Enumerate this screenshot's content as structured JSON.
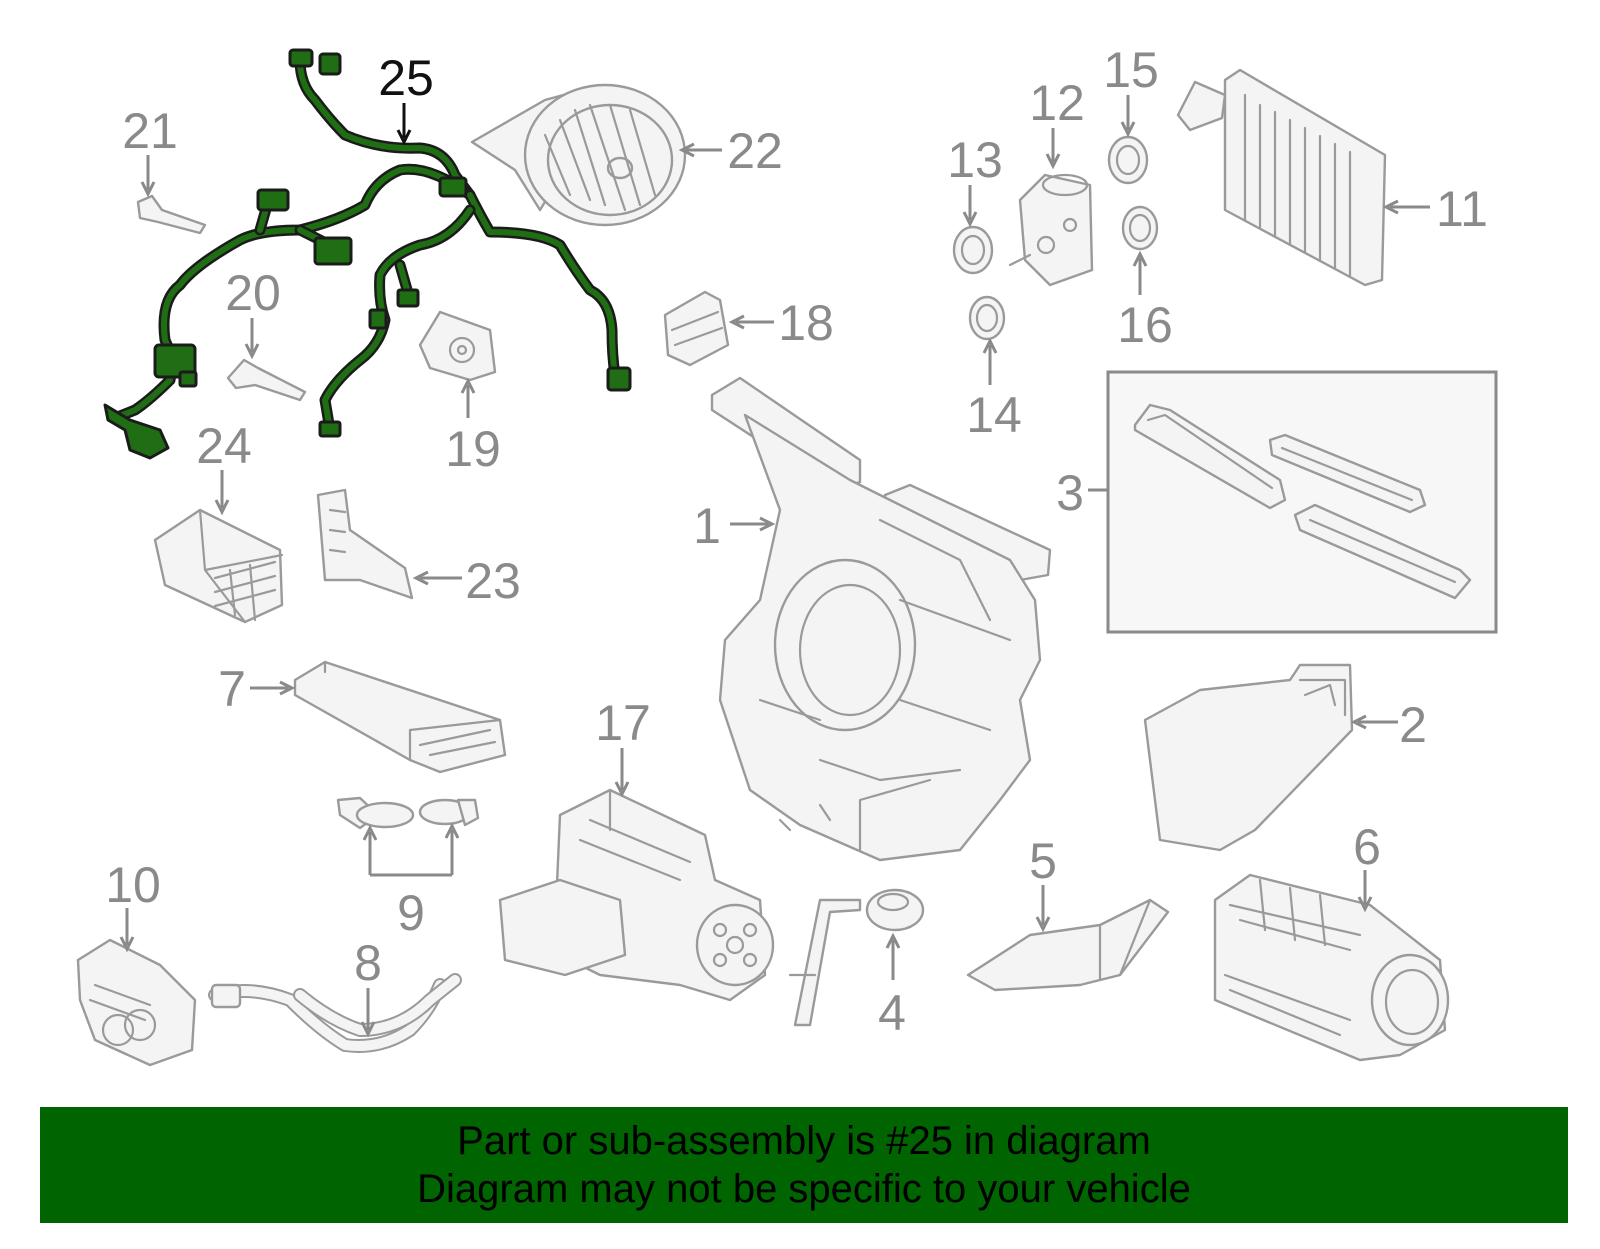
{
  "diagram": {
    "highlighted_part": "25",
    "callouts": {
      "p1": "1",
      "p2": "2",
      "p3": "3",
      "p4": "4",
      "p5": "5",
      "p6": "6",
      "p7": "7",
      "p8": "8",
      "p9": "9",
      "p10": "10",
      "p11": "11",
      "p12": "12",
      "p13": "13",
      "p14": "14",
      "p15": "15",
      "p16": "16",
      "p17": "17",
      "p18": "18",
      "p19": "19",
      "p20": "20",
      "p21": "21",
      "p22": "22",
      "p23": "23",
      "p24": "24",
      "p25": "25"
    }
  },
  "banner": {
    "line1": "Part or sub-assembly is #25 in diagram",
    "line2": "Diagram may not be specific to your vehicle"
  },
  "colors": {
    "highlight": "#1f6e14",
    "banner_bg": "#006400",
    "part_outline": "#9a9a9a"
  }
}
